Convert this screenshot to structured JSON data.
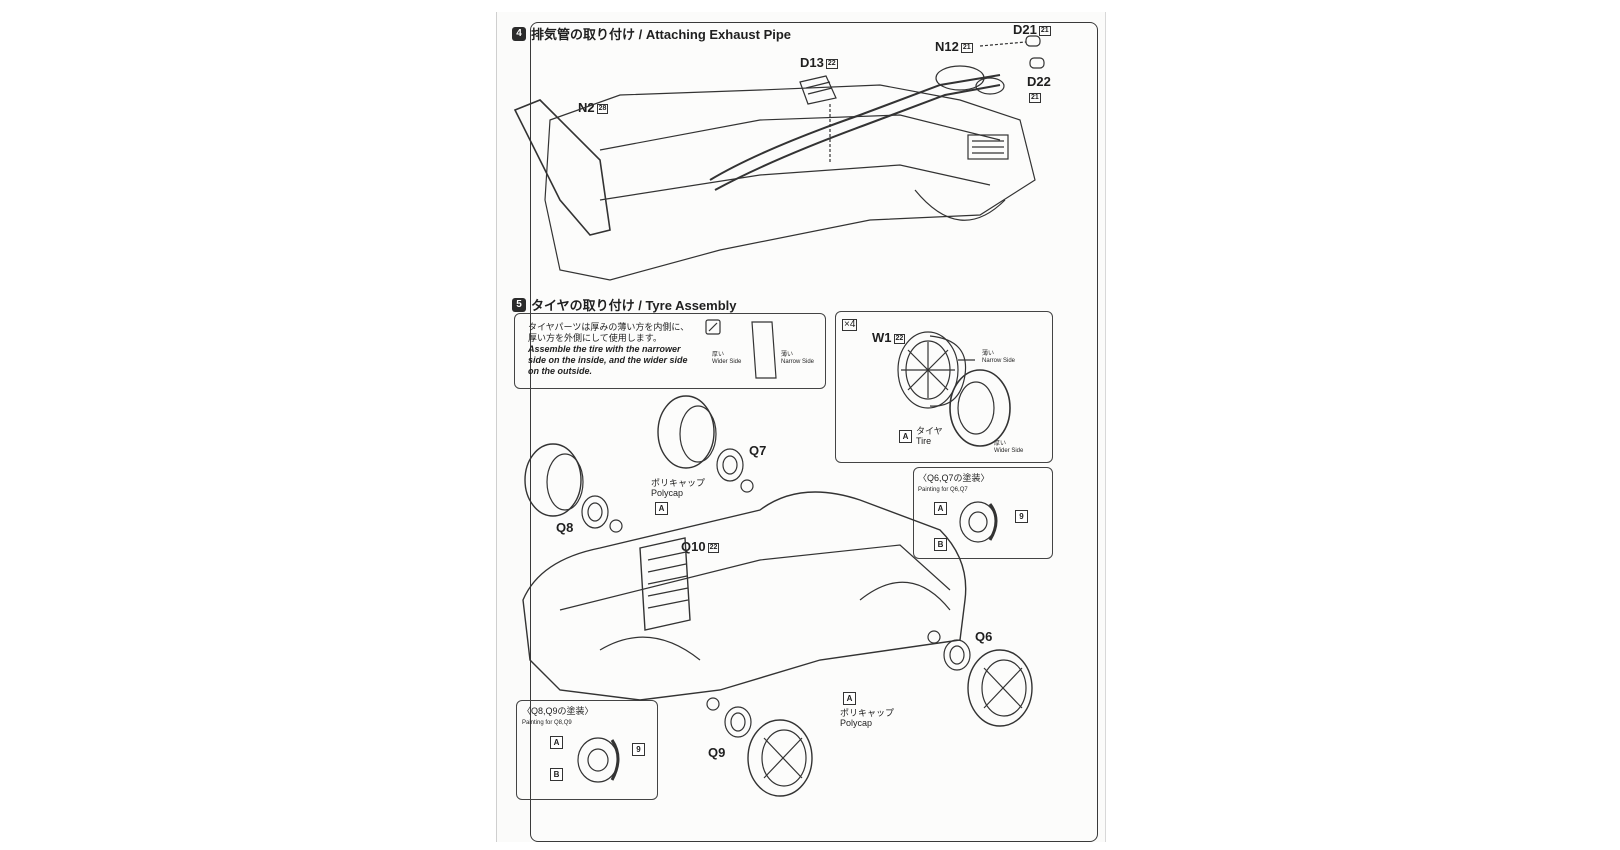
{
  "step4": {
    "number": "4",
    "title": "排気管の取り付け / Attaching Exhaust Pipe",
    "parts": [
      {
        "code": "D21",
        "tag": "21"
      },
      {
        "code": "N12",
        "tag": "21"
      },
      {
        "code": "D13",
        "tag": "22"
      },
      {
        "code": "D22",
        "tag": "21"
      },
      {
        "code": "N2",
        "tag": "28"
      }
    ]
  },
  "step5": {
    "number": "5",
    "title": "タイヤの取り付け / Tyre Assembly",
    "note": {
      "jp_line1": "タイヤパーツは厚みの薄い方を内側に、",
      "jp_line2": "厚い方を外側にして使用します。",
      "en_line1": "Assemble the tire with the narrower",
      "en_line2": "side on the inside, and the wider side",
      "en_line3": "on the outside.",
      "wider_jp": "厚い",
      "wider_en": "Wider Side",
      "narrow_jp": "薄い",
      "narrow_en": "Narrow Side"
    },
    "wheel_detail": {
      "multiplier": "×4",
      "part": "W1",
      "part_tag": "22",
      "narrow_jp": "薄い",
      "narrow_en": "Narrow Side",
      "tire_tag": "A",
      "tire_jp": "タイヤ",
      "tire_en": "Tire",
      "wider_jp": "厚い",
      "wider_en": "Wider Side"
    },
    "parts": {
      "q7": "Q7",
      "q8": "Q8",
      "q10": "Q10",
      "q10_tag": "22",
      "q6": "Q6",
      "q9": "Q9"
    },
    "polycap": {
      "jp": "ポリキャップ",
      "en": "Polycap",
      "tag": "A"
    },
    "painting_q6q7": {
      "title": "〈Q6,Q7の塗装〉",
      "subtitle": "Painting for Q6,Q7",
      "color_a": "A",
      "color_b": "B",
      "color_9": "9"
    },
    "painting_q8q9": {
      "title": "〈Q8,Q9の塗装〉",
      "subtitle": "Painting for Q8,Q9",
      "color_a": "A",
      "color_b": "B",
      "color_9": "9"
    }
  }
}
